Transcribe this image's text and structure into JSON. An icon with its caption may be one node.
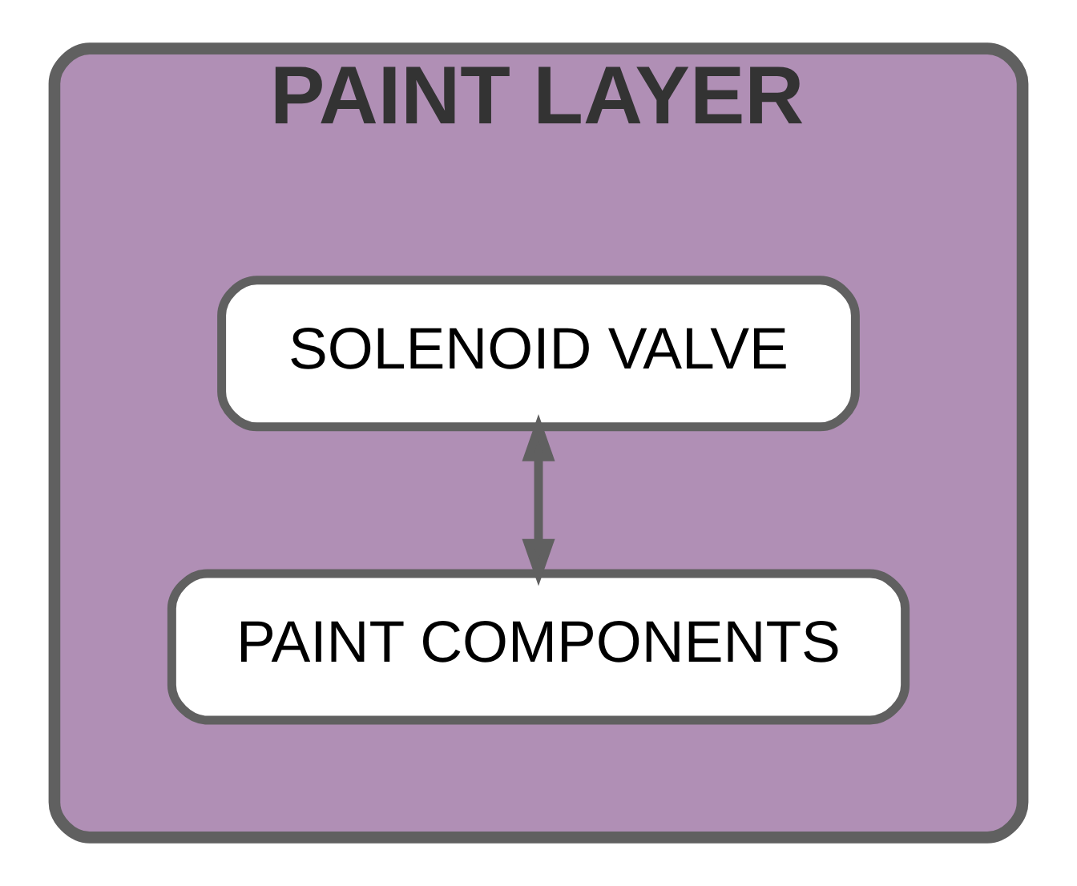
{
  "diagram": {
    "nodes": [
      {
        "text": [
          "PAINT LAYER"
        ]
      },
      {
        "text": [
          "SOLENOID VALVE"
        ],
        "in": 0
      },
      {
        "text": [
          "PAINT COMPONENTS"
        ],
        "in": 0
      }
    ],
    "edges": [
      {
        "from": 1,
        "to": 2,
        "arrow": "both"
      }
    ]
  }
}
